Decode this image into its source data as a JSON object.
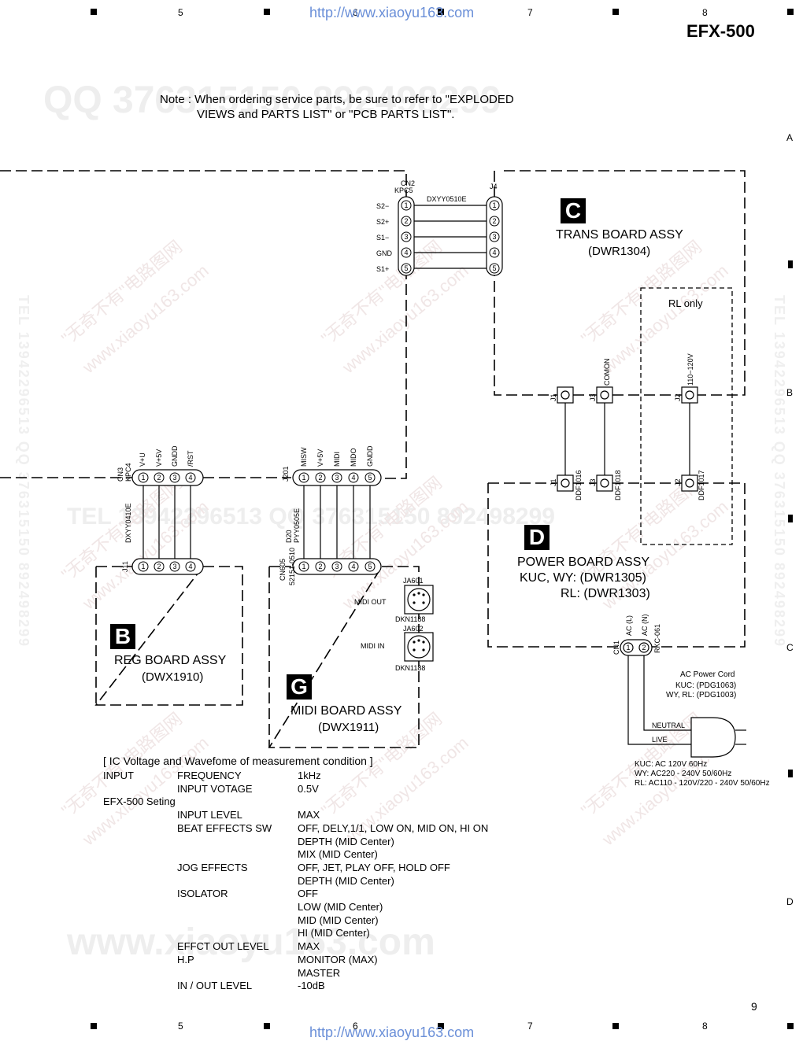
{
  "header": {
    "url_text": "http://www.xiaoyu163.com",
    "model": "EFX-500",
    "col_marks": [
      "5",
      "6",
      "7",
      "8"
    ],
    "row_marks": [
      "A",
      "B",
      "C",
      "D"
    ]
  },
  "note": {
    "line1": "Note : When ordering service parts, be sure to refer to \"EXPLODED",
    "line2": "VIEWS and PARTS LIST\" or \"PCB PARTS LIST\"."
  },
  "watermarks": {
    "qq_line": "QQ 376315150  892498299",
    "tel_line": "TEL 13942296513  QQ 376315150  892498299",
    "www_line": "www.xiaoyu163.com",
    "tel_vertical": "TEL 13942296513  QQ 376315150  892498299",
    "diag": [
      "\"无奇不有\"电路图网",
      "www.xiaoyu163.com"
    ]
  },
  "boards": {
    "trans": {
      "letter": "C",
      "name": "TRANS BOARD ASSY",
      "part": "(DWR1304)"
    },
    "power": {
      "letter": "D",
      "name": "POWER BOARD ASSY",
      "part1": "KUC, WY: (DWR1305)",
      "part2": "RL: (DWR1303)"
    },
    "reg": {
      "letter": "B",
      "name": "REG BOARD ASSY",
      "part": "(DWX1910)"
    },
    "midi": {
      "letter": "G",
      "name": "MIDI BOARD ASSY",
      "part": "(DWX1911)"
    }
  },
  "connectors": {
    "cn2": {
      "ref": "CN2",
      "part": "KPC5",
      "pins": [
        "S2−",
        "S2+",
        "S1−",
        "GND",
        "S1+"
      ]
    },
    "cable_top": "DXYY0510E",
    "j4": "J4",
    "rl_only": "RL only",
    "j1": "J1",
    "j3": "J3",
    "j2": "J2",
    "j3_label": "COMON",
    "j2_label": "110−120V",
    "ddf_j1": "DDF1016",
    "ddf_j3": "DDF1018",
    "ddf_j2": "DDF1017",
    "cn3": {
      "ref": "CN3",
      "part": "KPC4",
      "pins": [
        "V+U",
        "V+5V",
        "GNDD",
        "/RST"
      ]
    },
    "cable_left": "DXYY0410E",
    "j11": "J11",
    "j201": {
      "ref": "J201",
      "pins": [
        "MISW",
        "V+5V",
        "MIDI",
        "MIDO",
        "GNDD"
      ]
    },
    "cable_mid": "PYY0505E",
    "d20": "D20",
    "cn605": {
      "ref": "CN605",
      "part": "52151-0510"
    },
    "ja601": {
      "ref": "JA601",
      "label": "MIDI OUT",
      "part": "DKN1188"
    },
    "ja602": {
      "ref": "JA602",
      "label": "MIDI IN",
      "part": "DKN1188"
    },
    "cn1": {
      "ref": "CN1",
      "part": "RKC-061",
      "pins": [
        "AC (L)",
        "AC (N)"
      ]
    },
    "neutral": "NEUTRAL",
    "live": "LIVE"
  },
  "power_cord": {
    "title": "AC Power Cord",
    "kuc": "KUC: (PDG1063)",
    "wyrl": "WY, RL: (PDG1003)",
    "spec1": "KUC: AC 120V 60Hz",
    "spec2": "WY: AC220 - 240V 50/60Hz",
    "spec3": "RL: AC110 - 120V/220 - 240V 50/60Hz"
  },
  "conditions": {
    "title": "[ IC Voltage and Wavefome of measurement condition ]",
    "rows": [
      [
        "INPUT",
        "FREQUENCY",
        "1kHz"
      ],
      [
        "",
        "INPUT VOTAGE",
        "0.5V"
      ],
      [
        "EFX-500 Seting",
        "",
        ""
      ],
      [
        "",
        "INPUT LEVEL",
        "MAX"
      ],
      [
        "",
        "BEAT EFFECTS SW",
        "OFF, DELY,1/1, LOW ON, MID ON, HI ON"
      ],
      [
        "",
        "",
        "DEPTH (MID Center)"
      ],
      [
        "",
        "",
        "MIX (MID Center)"
      ],
      [
        "",
        "JOG EFFECTS",
        "OFF, JET, PLAY OFF, HOLD OFF"
      ],
      [
        "",
        "",
        "DEPTH (MID Center)"
      ],
      [
        "",
        "ISOLATOR",
        "OFF"
      ],
      [
        "",
        "",
        "LOW (MID Center)"
      ],
      [
        "",
        "",
        "MID (MID Center)"
      ],
      [
        "",
        "",
        "HI (MID Center)"
      ],
      [
        "",
        "EFFCT OUT LEVEL",
        "MAX"
      ],
      [
        "",
        "H.P",
        "MONITOR (MAX)"
      ],
      [
        "",
        "",
        "MASTER"
      ],
      [
        "",
        "IN / OUT LEVEL",
        "-10dB"
      ]
    ]
  },
  "page_number": "9"
}
